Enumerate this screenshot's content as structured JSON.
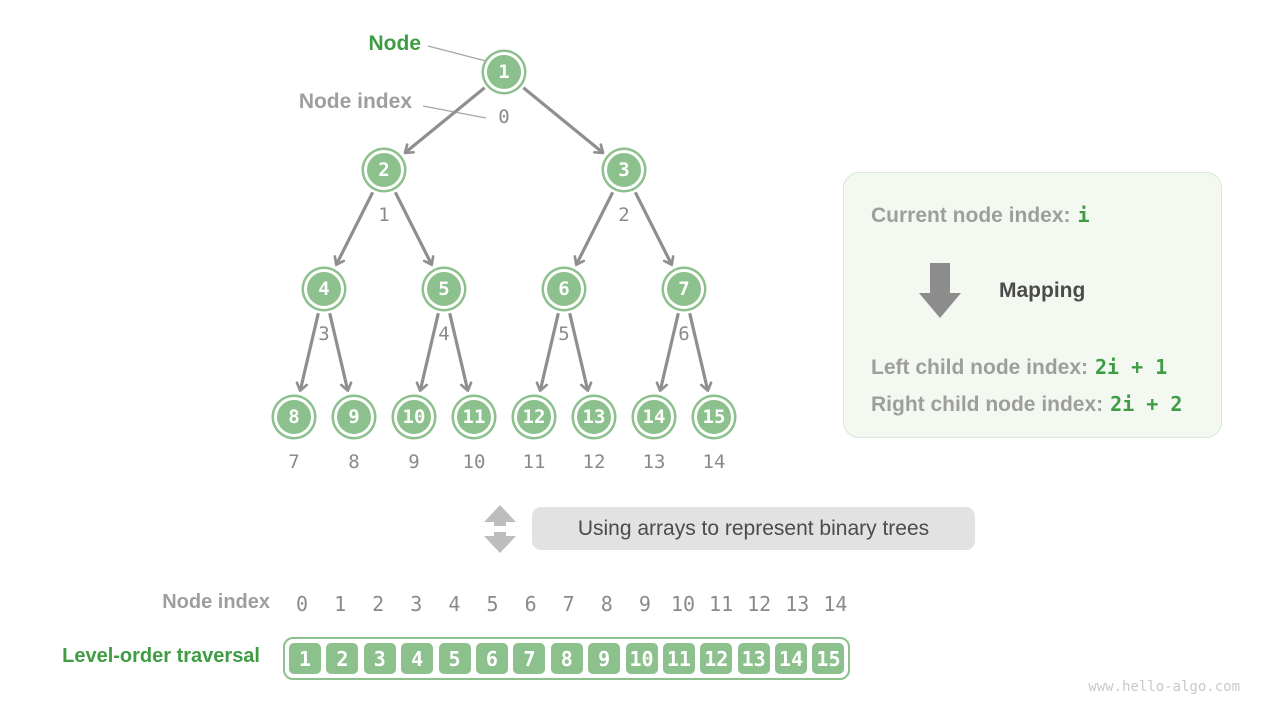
{
  "colors": {
    "node_green": "#8cc08c",
    "text_green": "#3e9d43",
    "gray_text": "#9e9e9e",
    "mono_gray": "#8a8a8a",
    "dark_text": "#4b4b4b",
    "edge_gray": "#8f8f8f",
    "box_bg": "#f3f8f1",
    "box_border": "#d9e9d6",
    "pill_bg": "#e2e2e2",
    "arrow_light_gray": "#bdbdbd",
    "arrow_dark_gray": "#8d8d8d",
    "watermark_gray": "#c9c9c9"
  },
  "tree": {
    "node_label": "Node",
    "index_label": "Node index",
    "node_values": [
      "1",
      "2",
      "3",
      "4",
      "5",
      "6",
      "7",
      "8",
      "9",
      "10",
      "11",
      "12",
      "13",
      "14",
      "15"
    ],
    "node_indices": [
      "0",
      "1",
      "2",
      "3",
      "4",
      "5",
      "6",
      "7",
      "8",
      "9",
      "10",
      "11",
      "12",
      "13",
      "14"
    ]
  },
  "mapping_box": {
    "current_label": "Current node index:",
    "current_value": "i",
    "arrow_label": "Mapping",
    "left_label": "Left child node index:",
    "left_value": "2i + 1",
    "right_label": "Right child node index:",
    "right_value": "2i + 2"
  },
  "caption": {
    "text": "Using arrays to represent binary trees"
  },
  "array_section": {
    "index_label": "Node index",
    "traversal_label": "Level-order traversal",
    "indices": [
      "0",
      "1",
      "2",
      "3",
      "4",
      "5",
      "6",
      "7",
      "8",
      "9",
      "10",
      "11",
      "12",
      "13",
      "14"
    ],
    "values": [
      "1",
      "2",
      "3",
      "4",
      "5",
      "6",
      "7",
      "8",
      "9",
      "10",
      "11",
      "12",
      "13",
      "14",
      "15"
    ]
  },
  "watermark": "www.hello-algo.com"
}
